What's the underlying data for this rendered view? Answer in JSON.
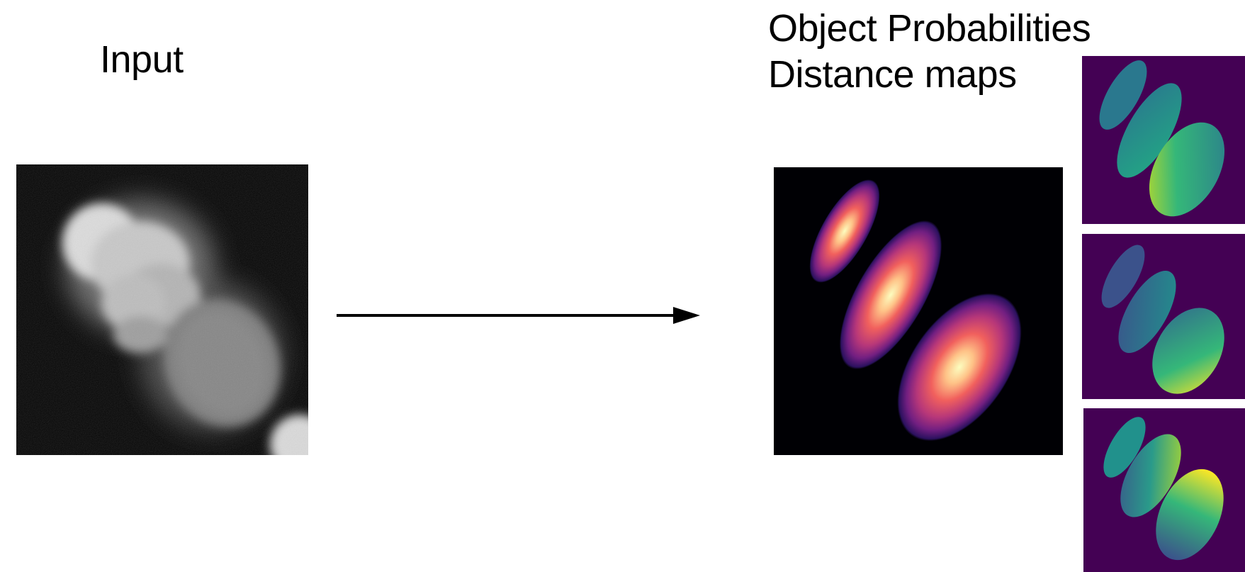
{
  "input": {
    "label": "Input"
  },
  "output": {
    "title_line1": "Object Probabilities",
    "title_line2": "Distance maps"
  },
  "colors": {
    "background": "#ffffff",
    "arrow": "#000000",
    "viridis_background": "#440154"
  }
}
